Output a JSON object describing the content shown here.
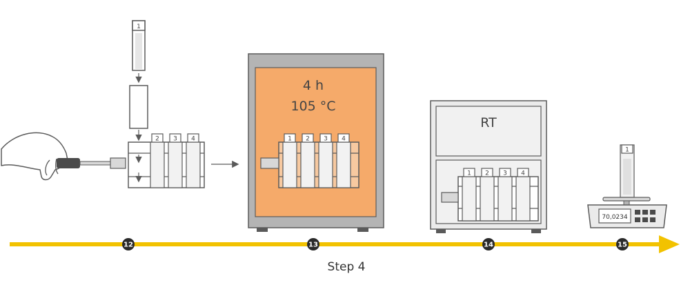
{
  "caption": "Step 4",
  "timeline": {
    "steps": [
      {
        "number": "12"
      },
      {
        "number": "13"
      },
      {
        "number": "14"
      },
      {
        "number": "15"
      }
    ]
  },
  "rack": {
    "top_tube_label": "1",
    "tube_labels": [
      "2",
      "3",
      "4"
    ]
  },
  "oven": {
    "time": "4 h",
    "temperature": "105 °C",
    "tube_labels": [
      "1",
      "2",
      "3",
      "4"
    ]
  },
  "desiccator": {
    "label": "RT",
    "tube_labels": [
      "1",
      "2",
      "3",
      "4"
    ]
  },
  "balance": {
    "reading": "70,0234",
    "tube_label": "1"
  },
  "colors": {
    "timeline": "#f2c200",
    "oven_inner": "#f5aa6a",
    "oven_body": "#b4b4b4",
    "outline": "#5a5a5a",
    "step_marker": "#2a2a2a"
  }
}
